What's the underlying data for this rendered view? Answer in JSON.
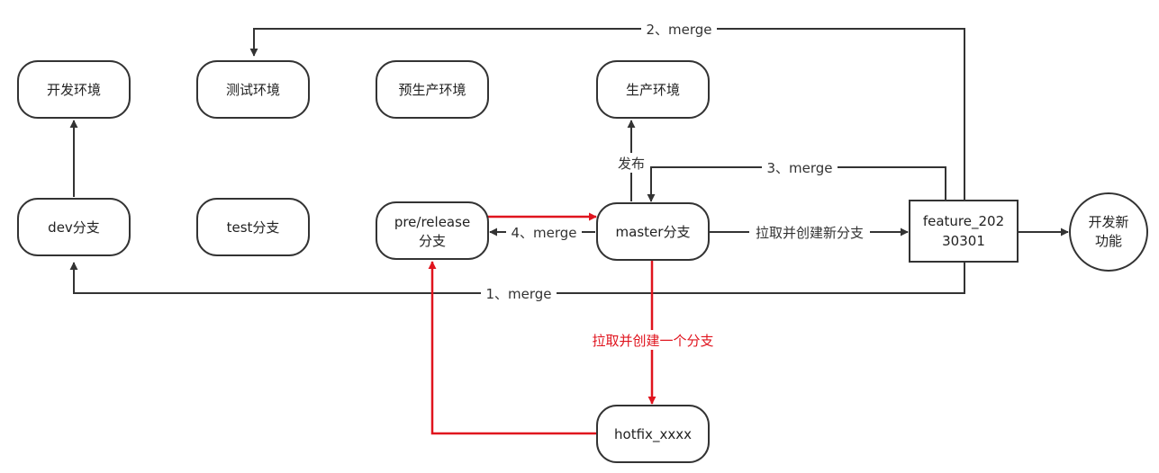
{
  "nodes": {
    "dev_env": "开发环境",
    "test_env": "测试环境",
    "pre_env": "预生产环境",
    "prod_env": "生产环境",
    "dev_branch": "dev分支",
    "test_branch": "test分支",
    "pre_branch_line1": "pre/release",
    "pre_branch_line2": "分支",
    "master_branch": "master分支",
    "feature_line1": "feature_202",
    "feature_line2": "30301",
    "new_feature_line1": "开发新",
    "new_feature_line2": "功能",
    "hotfix": "hotfix_xxxx"
  },
  "edges": {
    "merge1": "1、merge",
    "merge2": "2、merge",
    "merge3": "3、merge",
    "merge4": "4、merge",
    "release": "发布",
    "pull_create_new": "拉取并创建新分支",
    "pull_create_one": "拉取并创建一个分支"
  },
  "colors": {
    "dark": "#333333",
    "red": "#e0141e"
  }
}
